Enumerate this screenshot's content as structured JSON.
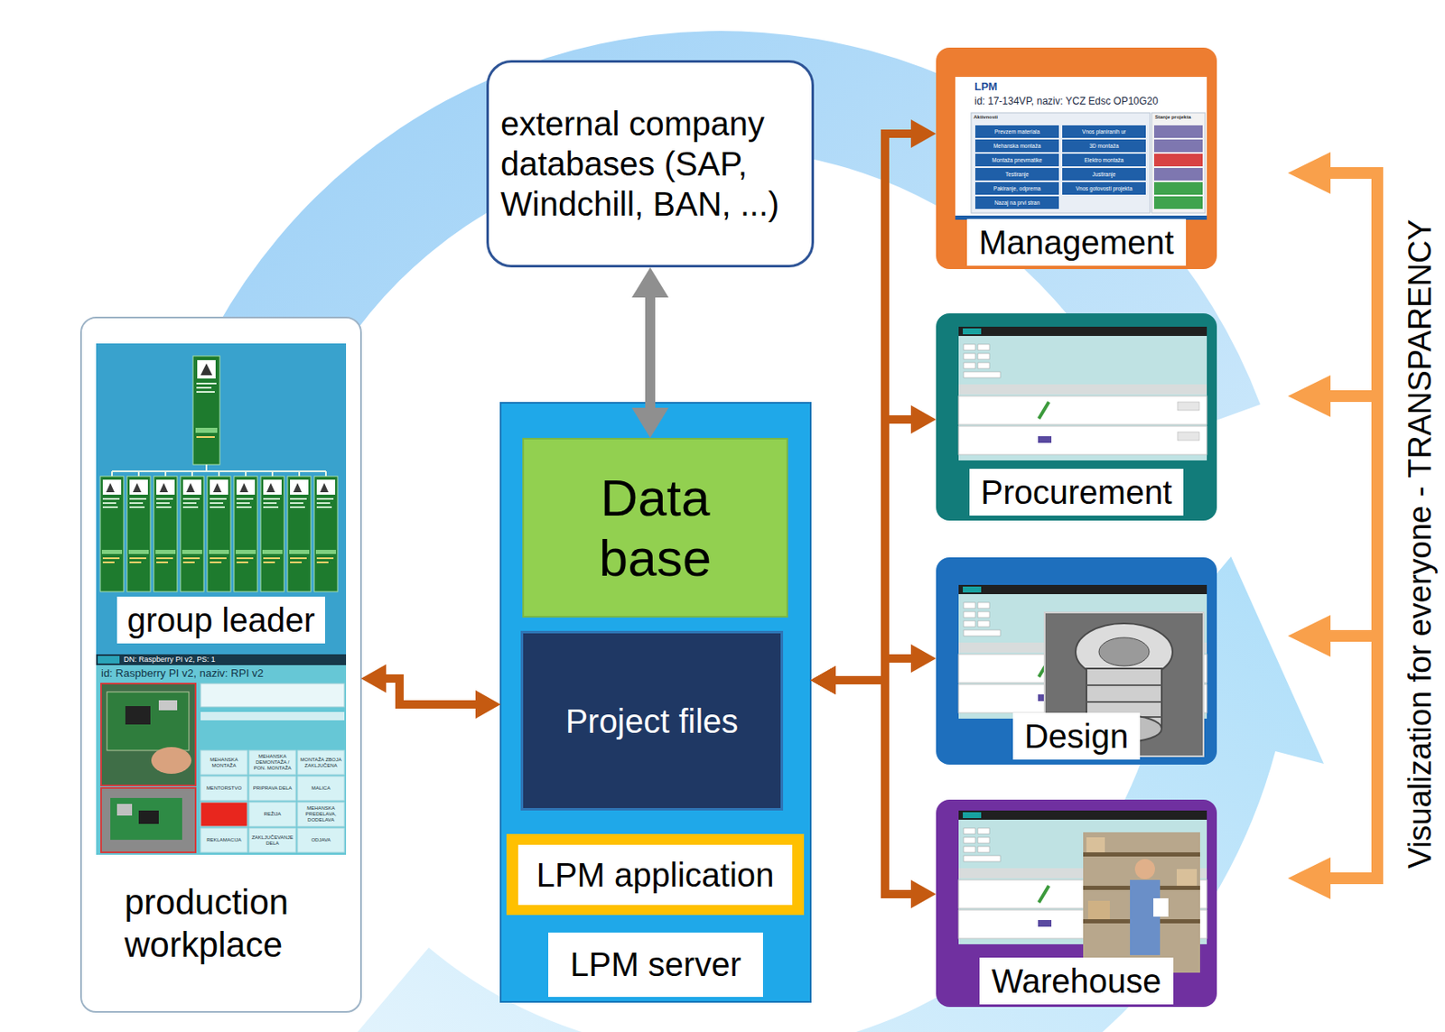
{
  "diagram": {
    "nodes": [
      {
        "text": [
          "external company databases (SAP, Windchill, BAN, ...)"
        ]
      },
      {
        "text": [
          "production workplace"
        ]
      },
      {
        "text": [
          "group leader"
        ],
        "in": 1
      },
      {
        "text": [
          "LPM server"
        ]
      },
      {
        "text": [
          "Data base"
        ],
        "in": 3
      },
      {
        "text": [
          "Project files"
        ],
        "in": 3
      },
      {
        "text": [
          "LPM application"
        ],
        "in": 3
      },
      {
        "text": [
          "Management"
        ]
      },
      {
        "text": [
          "Procurement"
        ]
      },
      {
        "text": [
          "Design"
        ]
      },
      {
        "text": [
          "Warehouse"
        ]
      }
    ],
    "edges": [
      {
        "from": 0,
        "to": 4,
        "arrow": "both"
      },
      {
        "from": 1,
        "to": 3,
        "arrow": "both"
      },
      {
        "from": 3,
        "to": 7,
        "arrow": "both"
      },
      {
        "from": 3,
        "to": 8,
        "arrow": "both"
      },
      {
        "from": 3,
        "to": 9,
        "arrow": "both"
      },
      {
        "from": 3,
        "to": 10,
        "arrow": "both"
      }
    ],
    "labels": [
      "Visualization for everyone - TRANSPARENCY",
      "LPM",
      "id: 17-134VP, naziv: YCZ Edsc OP10G20",
      "Aktivnosti",
      "Prevzem materiala",
      "Vnos planiranih ur",
      "Mehanska montaža",
      "3D montaža",
      "Montaža pnevmatike",
      "Elektro montaža",
      "Testiranje",
      "Justiranje",
      "Pakiranje, odprema",
      "Vnos gotovosti projekta",
      "Nazaj na prvi stran",
      "Stanje projekta",
      "DN: Raspberry PI v2, PS: 1",
      "id: Raspberry PI v2, naziv: RPI v2",
      "MEHANSKA MONTAŽA",
      "MEHANSKA DEMONTAŽA / PON. MONTAŽA",
      "MONTAŽA ZBOJA ZAKLJUČENA",
      "MENTORSTVO",
      "PRIPRAVA DELA",
      "MALICA",
      "REŽIJA",
      "MEHANSKA PREDELAVA, DODELAVA",
      "REKLAMACIJA",
      "ZAKLJUČEVANJE DELA",
      "ODJAVA"
    ]
  }
}
